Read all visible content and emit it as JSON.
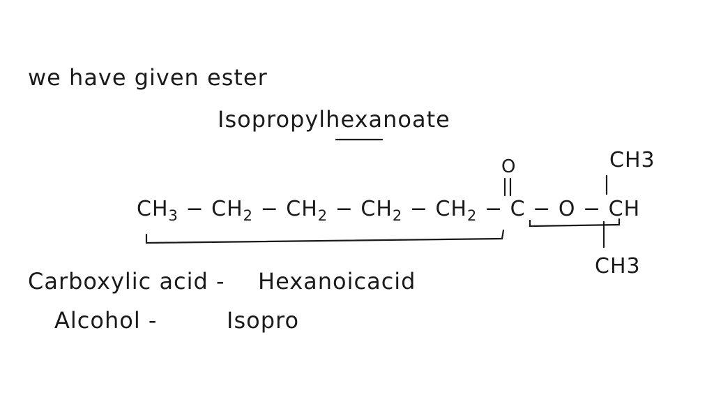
{
  "notes": {
    "intro": "we have given   ester",
    "compound_name": "Isopropylhexanoate",
    "chain": {
      "groups": [
        "CH",
        "CH",
        "CH",
        "CH",
        "CH",
        "C",
        "O",
        "CH"
      ],
      "subscripts": [
        "3",
        "2",
        "2",
        "2",
        "2",
        "",
        "",
        ""
      ],
      "carbonyl_oxygen": "O",
      "branch_top": "CH3",
      "branch_bottom": "CH3"
    },
    "acid_label": "Carboxylic acid -",
    "acid_value": "Hexanoicacid",
    "alcohol_label": "Alcohol   -",
    "alcohol_value": "Isopro"
  }
}
